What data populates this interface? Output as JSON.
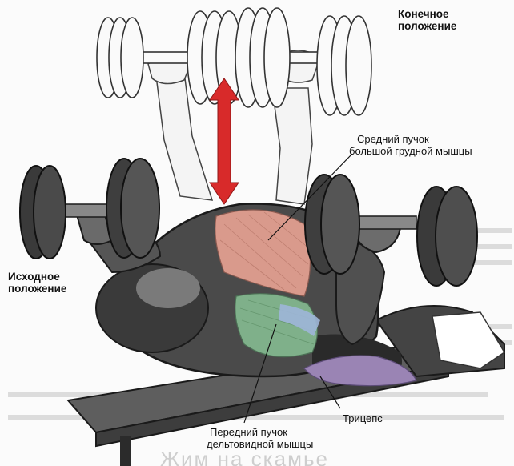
{
  "labels": {
    "final_position": [
      "Конечное",
      "положение"
    ],
    "start_position": [
      "Исходное",
      "положение"
    ],
    "pectoral_middle": [
      "Средний пучок",
      "большой грудной мышцы"
    ],
    "triceps": "Трицепс",
    "deltoid_front": [
      "Передний пучок",
      "дельтовидной мышцы"
    ]
  },
  "background_text": {
    "bottom_caption": "Жим на скамье"
  },
  "colors": {
    "arrow": "#d82a2a",
    "pectoral": "#d99a8c",
    "deltoid": "#7fb08a",
    "triceps": "#9a84b4",
    "outline": "#1a1a1a"
  },
  "icons": [
    "double-arrow-icon"
  ]
}
